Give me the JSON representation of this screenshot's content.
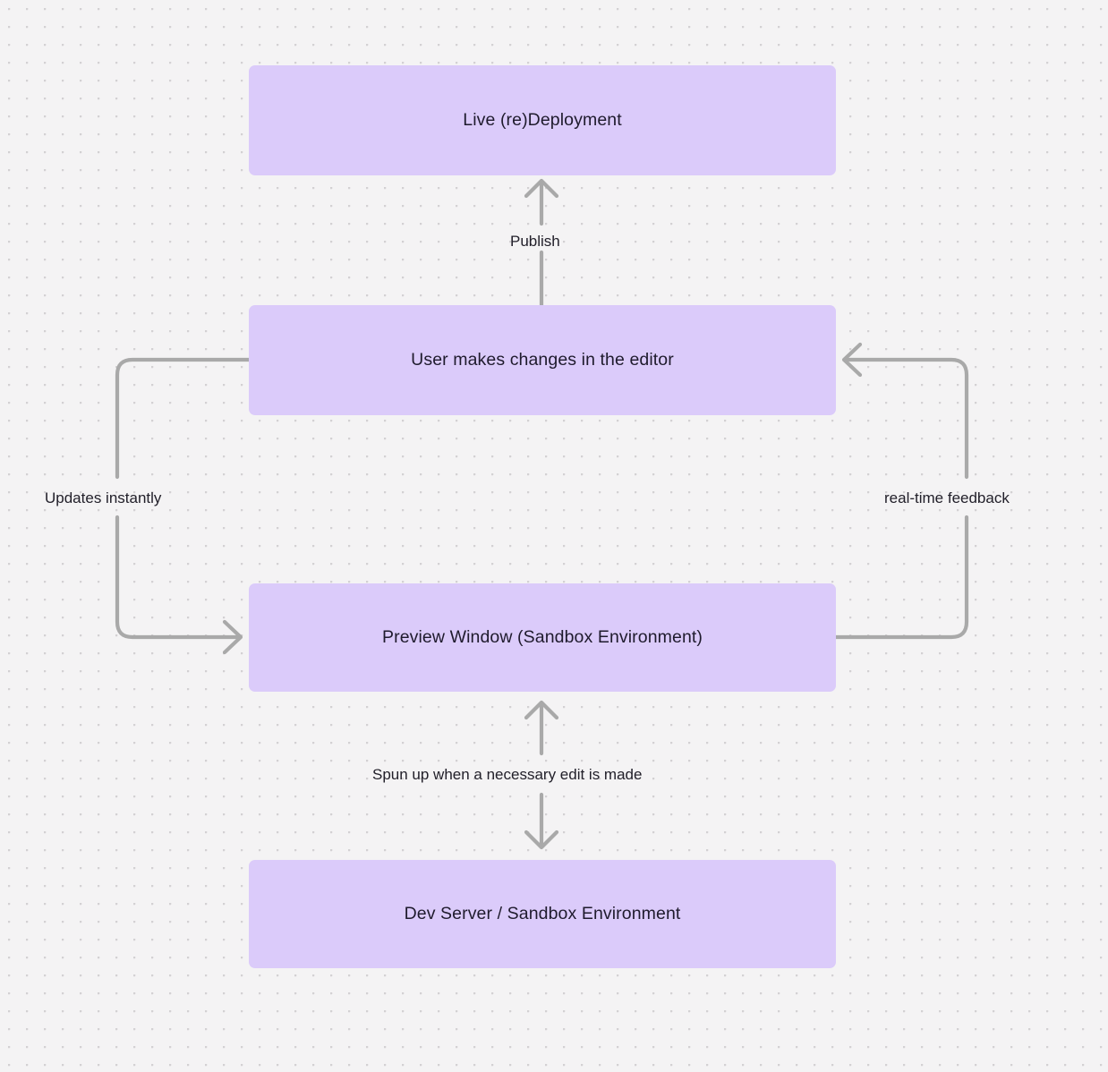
{
  "diagram": {
    "type": "flowchart",
    "background_color": "#f4f3f4",
    "grid": "dot-grid",
    "node_fill": "#dbcbfa",
    "node_text_color": "#1f1b2d",
    "edge_color": "#a9a9a9",
    "nodes": [
      {
        "id": "live-deployment",
        "label": "Live (re)Deployment"
      },
      {
        "id": "user-changes",
        "label": "User makes changes in the editor"
      },
      {
        "id": "preview-window",
        "label": "Preview Window (Sandbox Environment)"
      },
      {
        "id": "dev-server",
        "label": "Dev Server / Sandbox Environment"
      }
    ],
    "edges": [
      {
        "id": "publish",
        "from": "user-changes",
        "to": "live-deployment",
        "label": "Publish",
        "direction": "up"
      },
      {
        "id": "updates",
        "from": "user-changes",
        "to": "preview-window",
        "label": "Updates instantly",
        "direction": "down-left-loop"
      },
      {
        "id": "feedback",
        "from": "preview-window",
        "to": "user-changes",
        "label": "real-time feedback",
        "direction": "up-right-loop"
      },
      {
        "id": "spun-up",
        "from": "preview-window",
        "to": "dev-server",
        "label": "Spun up when a necessary edit is made",
        "direction": "bidirectional"
      }
    ]
  }
}
